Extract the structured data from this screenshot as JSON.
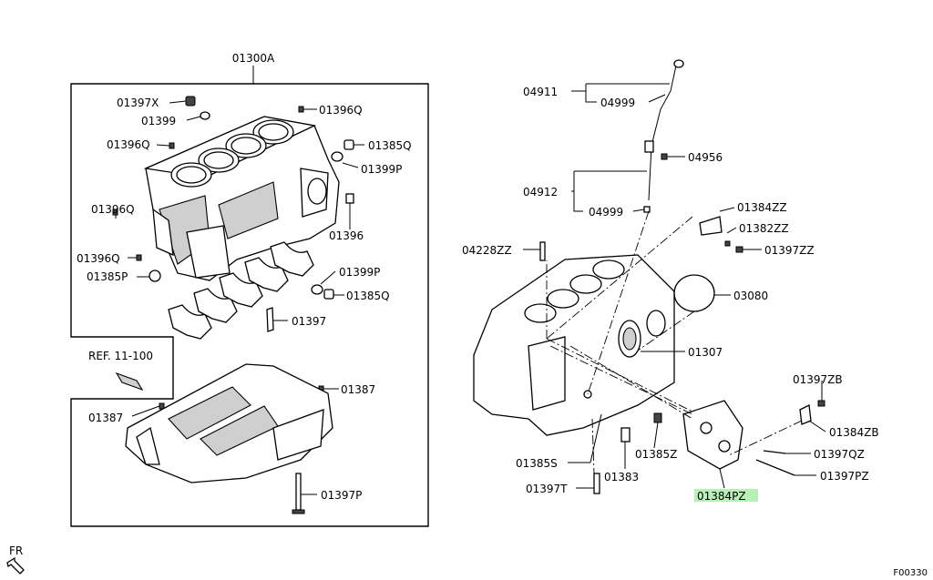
{
  "diagram": {
    "group_label": "01300A",
    "ref_label": "REF. 11-100",
    "direction_label": "FR",
    "figure_code": "F00330",
    "highlight_color": "#b8f0b8",
    "parts": {
      "p01397X": "01397X",
      "p01399a": "01399",
      "p01396Qa": "01396Q",
      "p01396Qb": "01396Q",
      "p01385Qa": "01385Q",
      "p01399Pa": "01399P",
      "p01396Qc": "01396Q",
      "p01396": "01396",
      "p01396Qd": "01396Q",
      "p01385P": "01385P",
      "p01399Pb": "01399P",
      "p01385Qb": "01385Q",
      "p01397": "01397",
      "p01387a": "01387",
      "p01387b": "01387",
      "p01397P": "01397P",
      "p04911": "04911",
      "p04999a": "04999",
      "p04956": "04956",
      "p04912": "04912",
      "p04999b": "04999",
      "p01384ZZ": "01384ZZ",
      "p01382ZZ": "01382ZZ",
      "p01397ZZ": "01397ZZ",
      "p04228ZZ": "04228ZZ",
      "p03080": "03080",
      "p01307": "01307",
      "p01397ZB": "01397ZB",
      "p01384ZB": "01384ZB",
      "p01385Z": "01385Z",
      "p01397QZ": "01397QZ",
      "p01385S": "01385S",
      "p01383": "01383",
      "p01397PZ": "01397PZ",
      "p01397T": "01397T",
      "p01384PZ": "01384PZ"
    }
  }
}
